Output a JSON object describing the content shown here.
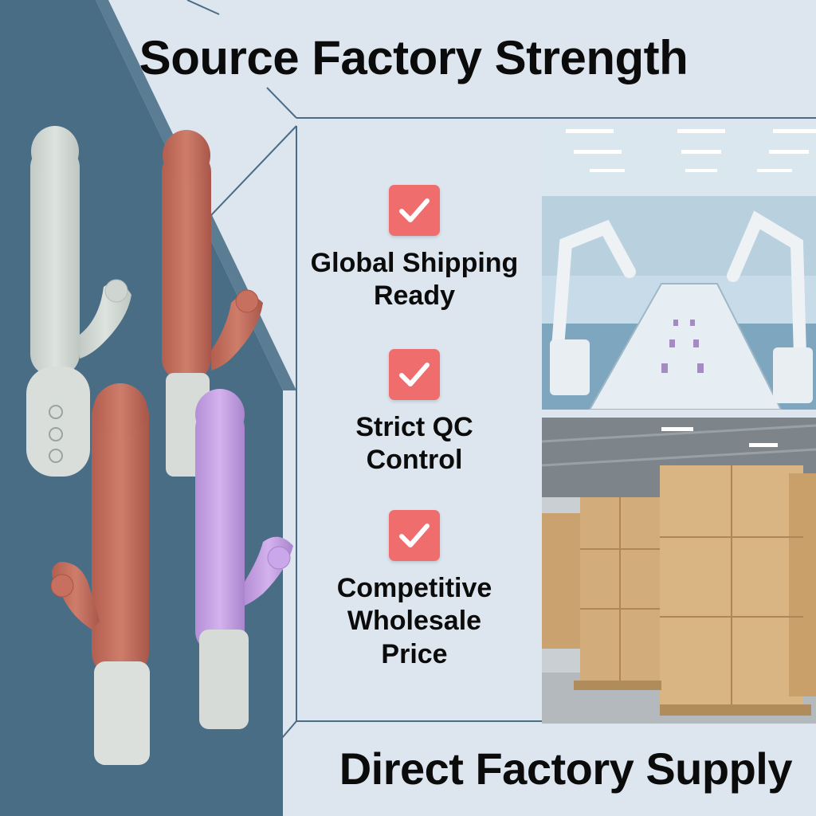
{
  "headline": {
    "top": "Source Factory Strength",
    "bottom": "Direct Factory Supply"
  },
  "features": [
    {
      "label": "Global Shipping\nReady",
      "icon": "checkmark-icon"
    },
    {
      "label": "Strict QC\nControl",
      "icon": "checkmark-icon"
    },
    {
      "label": "Competitive\nWholesale\nPrice",
      "icon": "checkmark-icon"
    }
  ],
  "images": {
    "factory": "robotic-assembly-line-photo",
    "warehouse": "warehouse-boxes-photo",
    "products": "product-lineup-illustration"
  },
  "colors": {
    "background": "#dde6ee",
    "panel": "#4a6d86",
    "accent": "#ef6d6d",
    "product_gray": "#d6dcd8",
    "product_terracotta": "#c46d5c",
    "product_lavender": "#c9a3e6"
  }
}
